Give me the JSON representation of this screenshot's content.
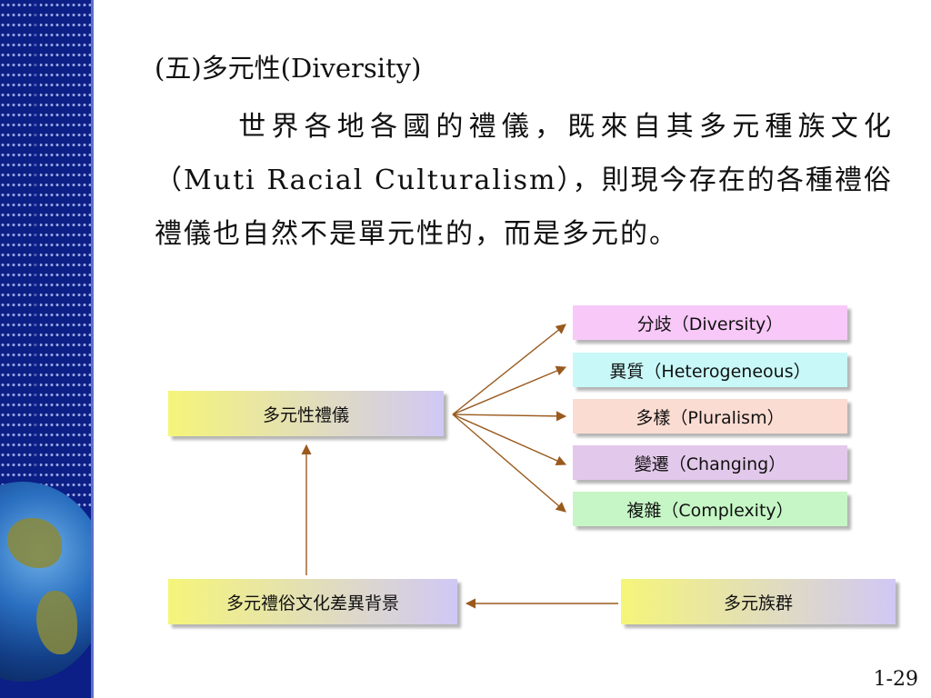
{
  "slide": {
    "title": "(五)多元性(Diversity)",
    "paragraph": "世界各地各國的禮儀，既來自其多元種族文化（Muti Racial Culturalism），則現今存在的各種禮俗禮儀也自然不是單元性的，而是多元的。",
    "page_number": "1-29"
  },
  "diagram": {
    "center": "多元性禮儀",
    "background": "多元禮俗文化差異背景",
    "source": "多元族群",
    "branches": [
      {
        "label": "分歧（Diversity）",
        "color": "#f8c8f8"
      },
      {
        "label": "異質（Heterogeneous）",
        "color": "#c8f8f8"
      },
      {
        "label": "多樣（Pluralism）",
        "color": "#fbdcd2"
      },
      {
        "label": "變遷（Changing）",
        "color": "#e2c8ea"
      },
      {
        "label": "複雜（Complexity）",
        "color": "#c6f6c6"
      }
    ],
    "arrow_color": "#9a5a1e",
    "gradient_start": "#f5f57a",
    "gradient_end": "#d0c8f5"
  }
}
